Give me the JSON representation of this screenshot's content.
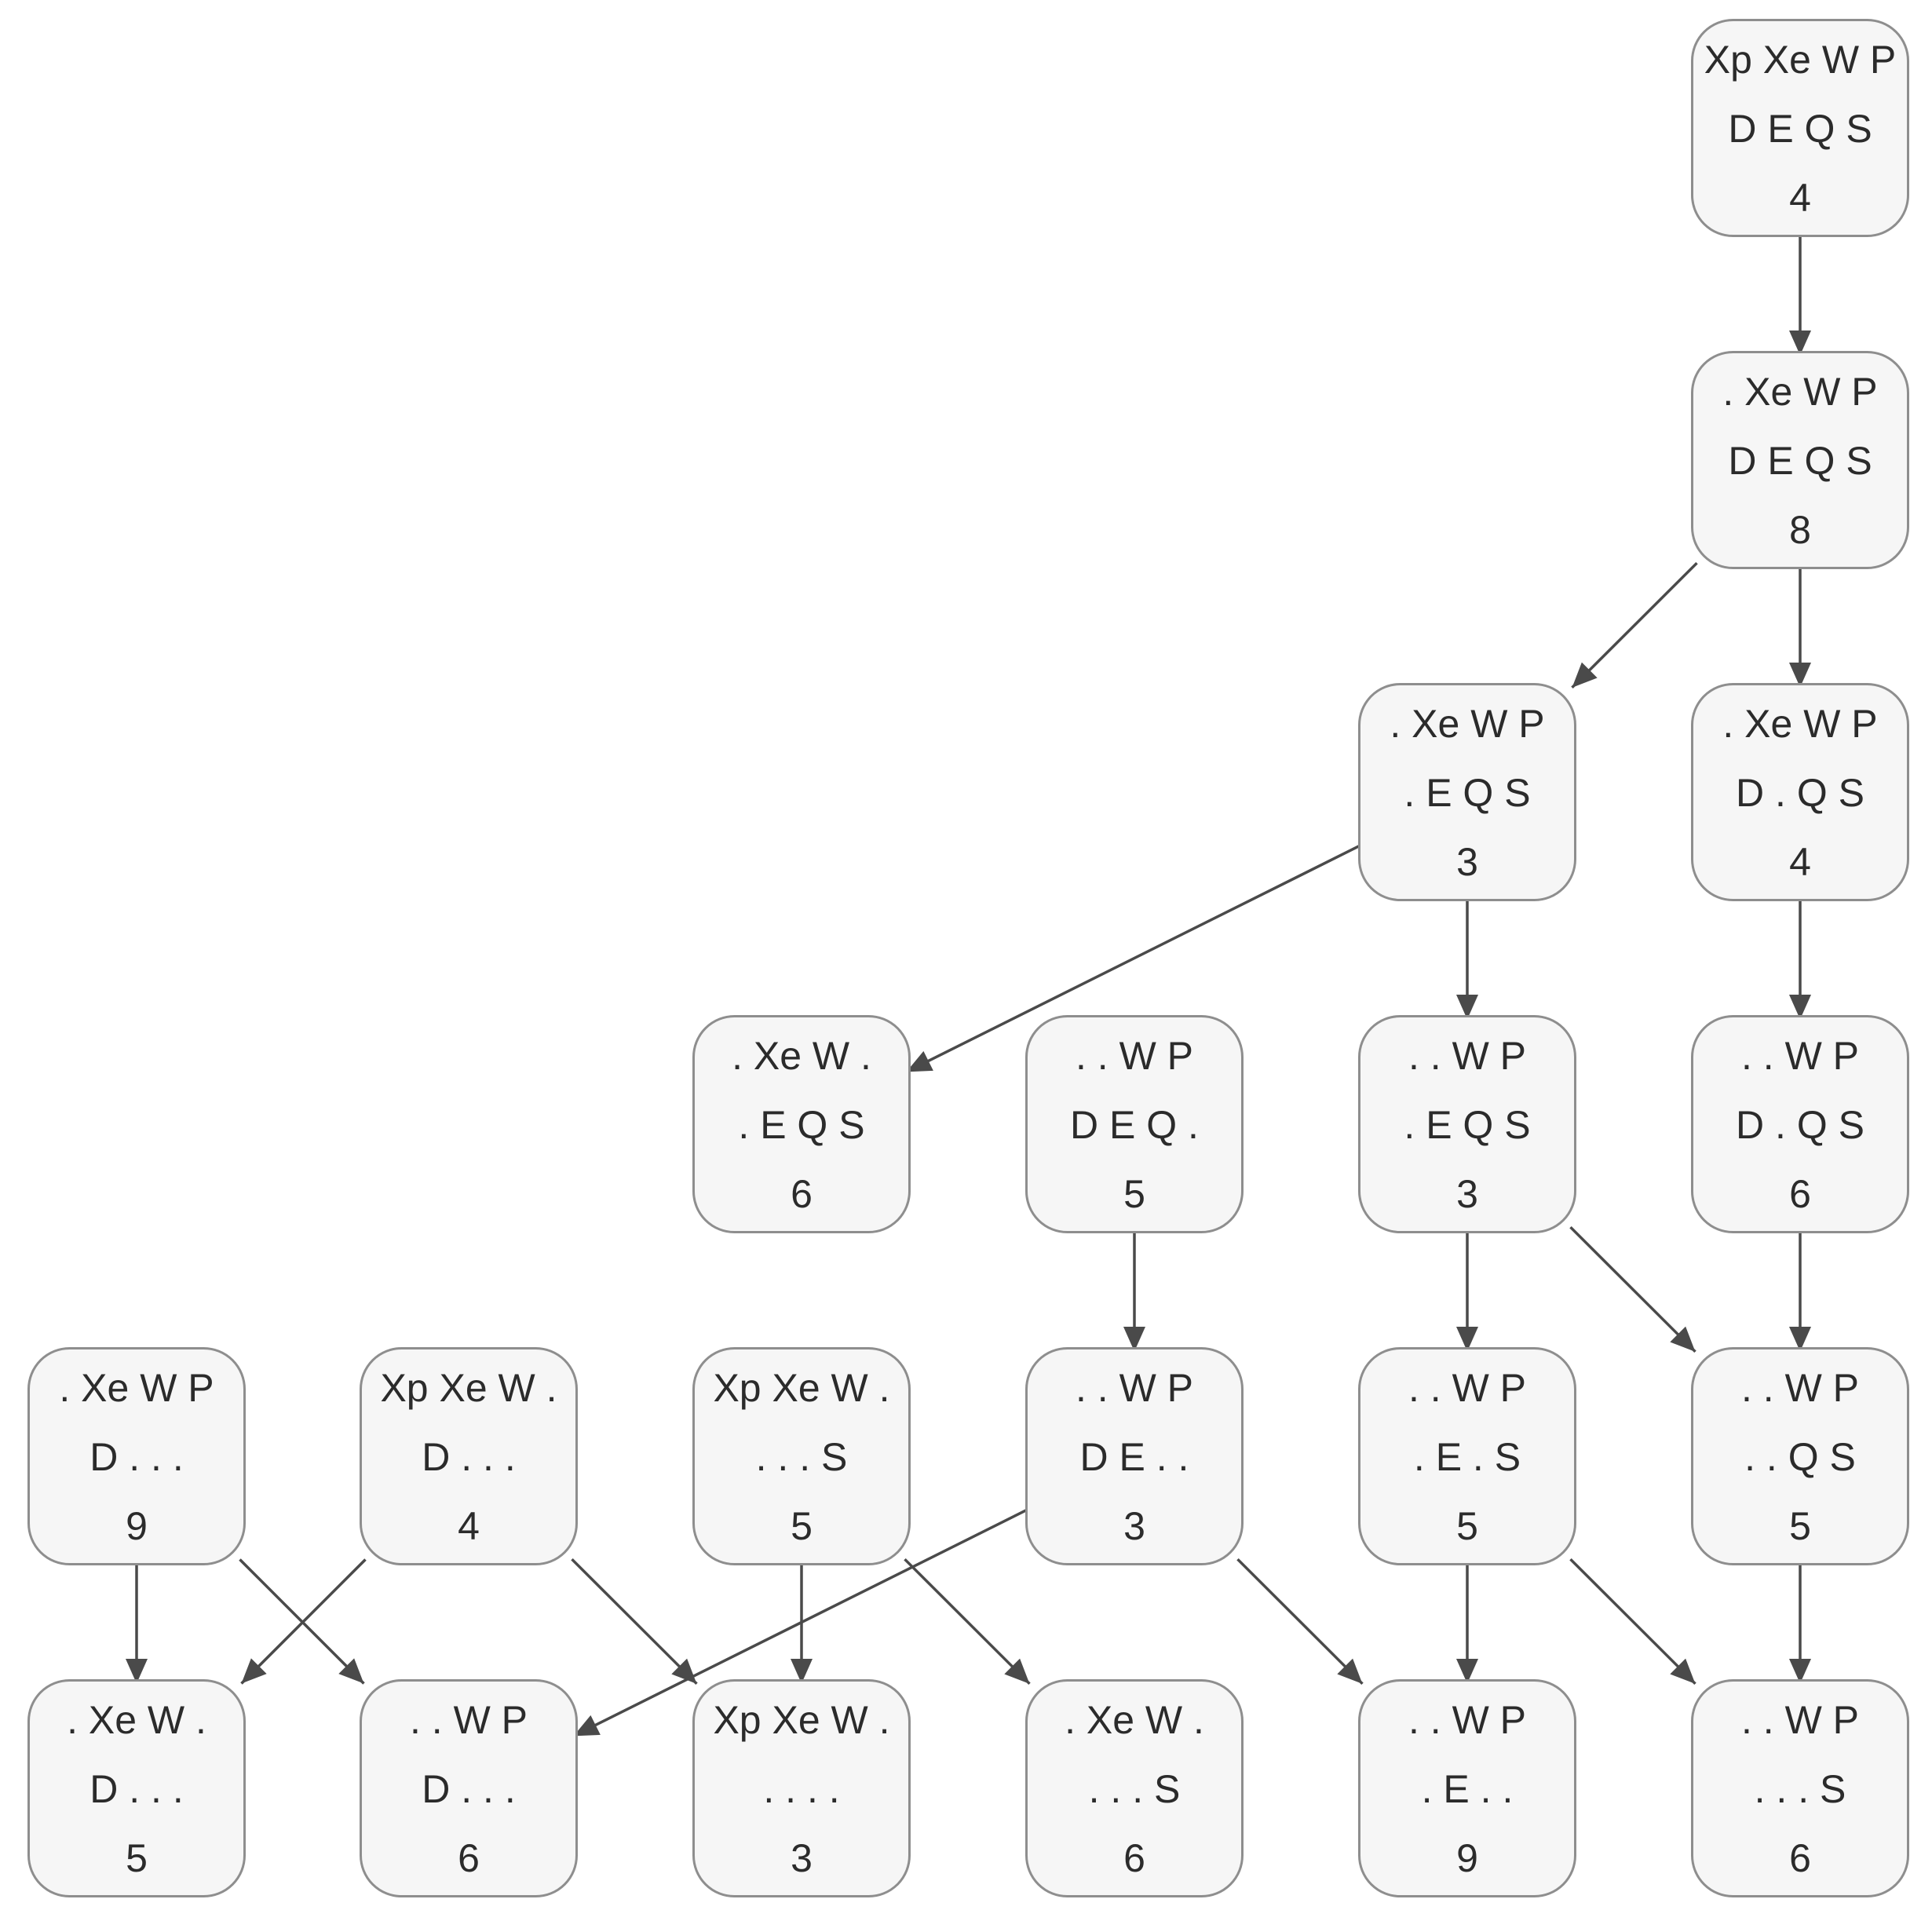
{
  "nodes": [
    {
      "id": "n0",
      "lines": [
        "Xp Xe W P",
        "D E Q S",
        "4"
      ]
    },
    {
      "id": "n1",
      "lines": [
        ". Xe W P",
        "D E Q S",
        "8"
      ]
    },
    {
      "id": "n2",
      "lines": [
        ". Xe W P",
        ". E Q S",
        "3"
      ]
    },
    {
      "id": "n3",
      "lines": [
        ". Xe W P",
        "D . Q S",
        "4"
      ]
    },
    {
      "id": "n4",
      "lines": [
        ". Xe W .",
        ". E Q S",
        "6"
      ]
    },
    {
      "id": "n5",
      "lines": [
        ". . W P",
        "D E Q .",
        "5"
      ]
    },
    {
      "id": "n6",
      "lines": [
        ". . W P",
        ". E Q S",
        "3"
      ]
    },
    {
      "id": "n7",
      "lines": [
        ". . W P",
        "D . Q S",
        "6"
      ]
    },
    {
      "id": "n8",
      "lines": [
        ". Xe W P",
        "D . . .",
        "9"
      ]
    },
    {
      "id": "n9",
      "lines": [
        "Xp Xe W .",
        "D . . .",
        "4"
      ]
    },
    {
      "id": "n10",
      "lines": [
        "Xp Xe W .",
        ". . . S",
        "5"
      ]
    },
    {
      "id": "n11",
      "lines": [
        ". . W P",
        "D E . .",
        "3"
      ]
    },
    {
      "id": "n12",
      "lines": [
        ". . W P",
        ". E . S",
        "5"
      ]
    },
    {
      "id": "n13",
      "lines": [
        ". . W P",
        ". . Q S",
        "5"
      ]
    },
    {
      "id": "n14",
      "lines": [
        ". Xe W .",
        "D . . .",
        "5"
      ]
    },
    {
      "id": "n15",
      "lines": [
        ". . W P",
        "D . . .",
        "6"
      ]
    },
    {
      "id": "n16",
      "lines": [
        "Xp Xe W .",
        ". . . .",
        "3"
      ]
    },
    {
      "id": "n17",
      "lines": [
        ". Xe W .",
        ". . . S",
        "6"
      ]
    },
    {
      "id": "n18",
      "lines": [
        ". . W P",
        ". E . .",
        "9"
      ]
    },
    {
      "id": "n19",
      "lines": [
        ". . W P",
        ". . . S",
        "6"
      ]
    }
  ],
  "edges": [
    [
      "n0",
      "n1"
    ],
    [
      "n1",
      "n2"
    ],
    [
      "n1",
      "n3"
    ],
    [
      "n2",
      "n4"
    ],
    [
      "n2",
      "n6"
    ],
    [
      "n3",
      "n7"
    ],
    [
      "n5",
      "n11"
    ],
    [
      "n6",
      "n12"
    ],
    [
      "n6",
      "n13"
    ],
    [
      "n7",
      "n13"
    ],
    [
      "n8",
      "n14"
    ],
    [
      "n8",
      "n15"
    ],
    [
      "n9",
      "n14"
    ],
    [
      "n9",
      "n16"
    ],
    [
      "n10",
      "n16"
    ],
    [
      "n10",
      "n17"
    ],
    [
      "n11",
      "n15"
    ],
    [
      "n11",
      "n18"
    ],
    [
      "n12",
      "n18"
    ],
    [
      "n12",
      "n19"
    ],
    [
      "n13",
      "n19"
    ]
  ],
  "colors": {
    "node_fill": "#f6f6f6",
    "node_border": "#8e8e8e",
    "edge": "#4a4a4a",
    "text": "#2b2b2b"
  }
}
